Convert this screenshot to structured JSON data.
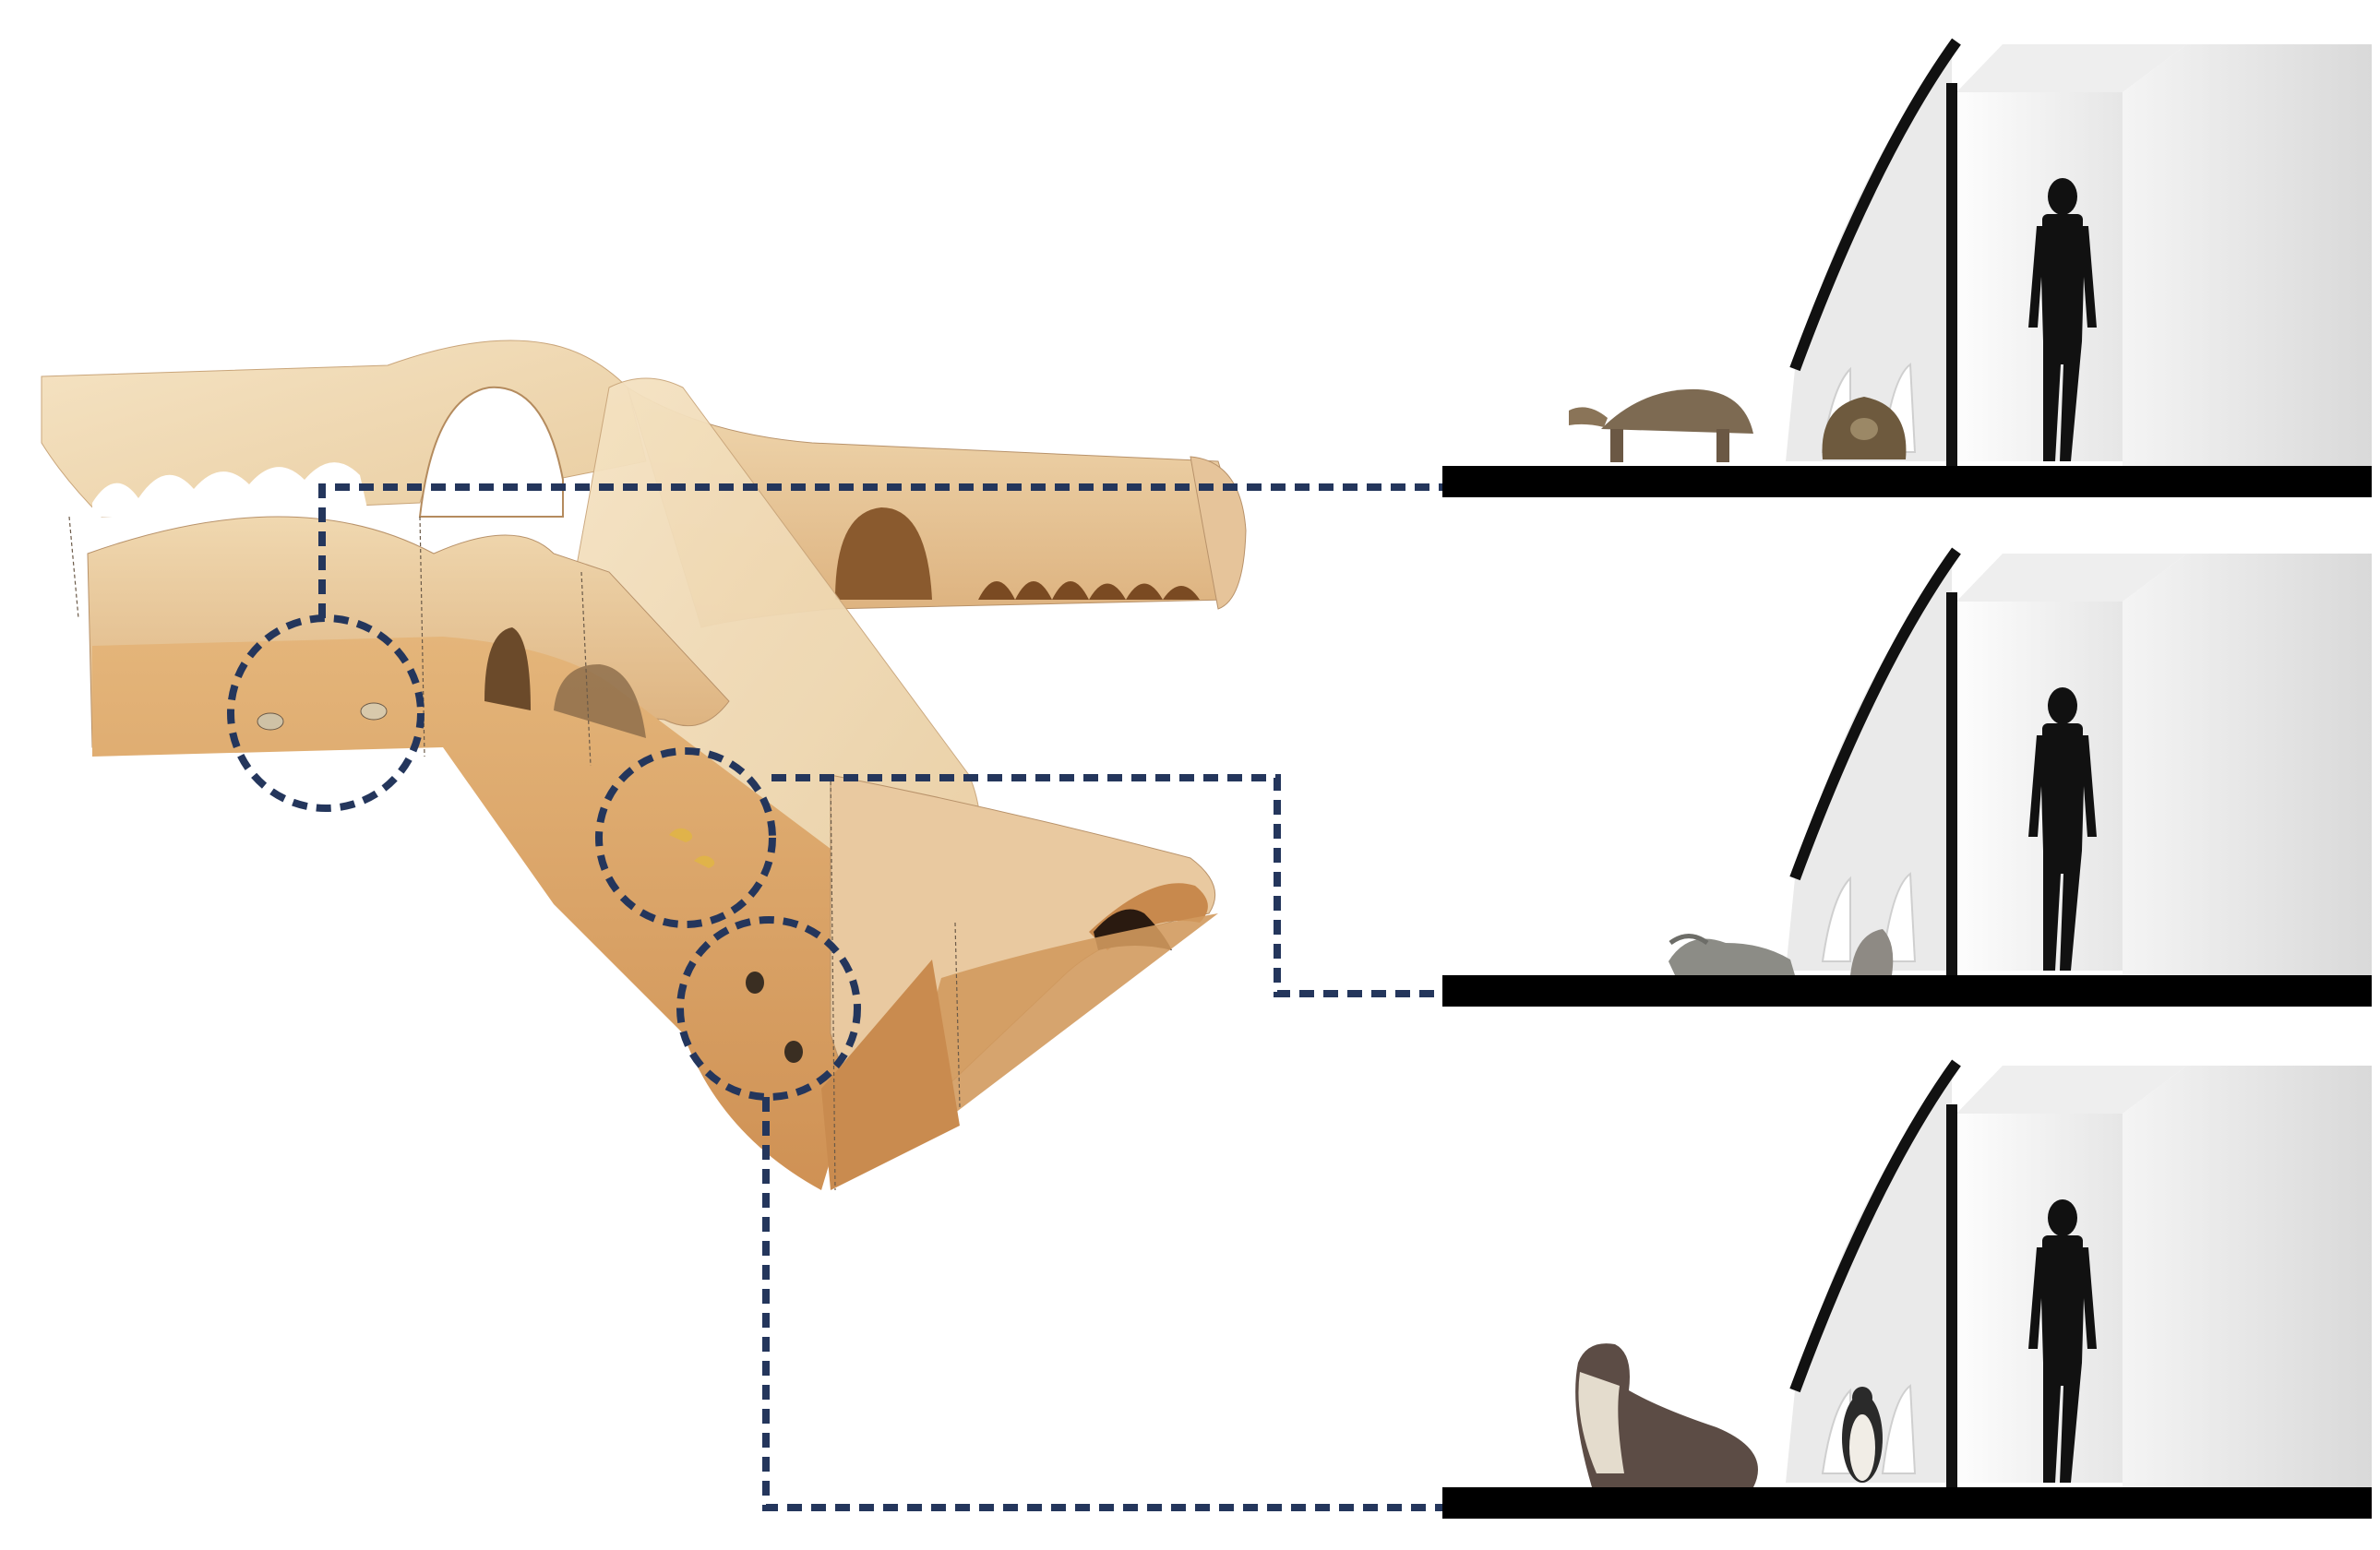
{
  "diagram": {
    "kind": "architectural habitat section diagram",
    "accent_color": "#24365c",
    "structure_colors": {
      "light": "#f3dfbc",
      "mid": "#e8c797",
      "dark": "#c98b4f",
      "sand": "#d9a264"
    },
    "sections": [
      {
        "id": "section-1",
        "animals": [
          "tortoise-icon",
          "tortoise-front-icon"
        ],
        "figure": "person-silhouette-icon"
      },
      {
        "id": "section-2",
        "animals": [
          "iguana-icon",
          "iguana-small-icon"
        ],
        "figure": "person-silhouette-icon"
      },
      {
        "id": "section-3",
        "animals": [
          "sea-lion-icon",
          "penguin-icon"
        ],
        "figure": "person-silhouette-icon"
      }
    ],
    "callouts": [
      {
        "id": "callout-1",
        "connects": "section-1"
      },
      {
        "id": "callout-2",
        "connects": "section-2"
      },
      {
        "id": "callout-3",
        "connects": "section-3"
      }
    ]
  }
}
